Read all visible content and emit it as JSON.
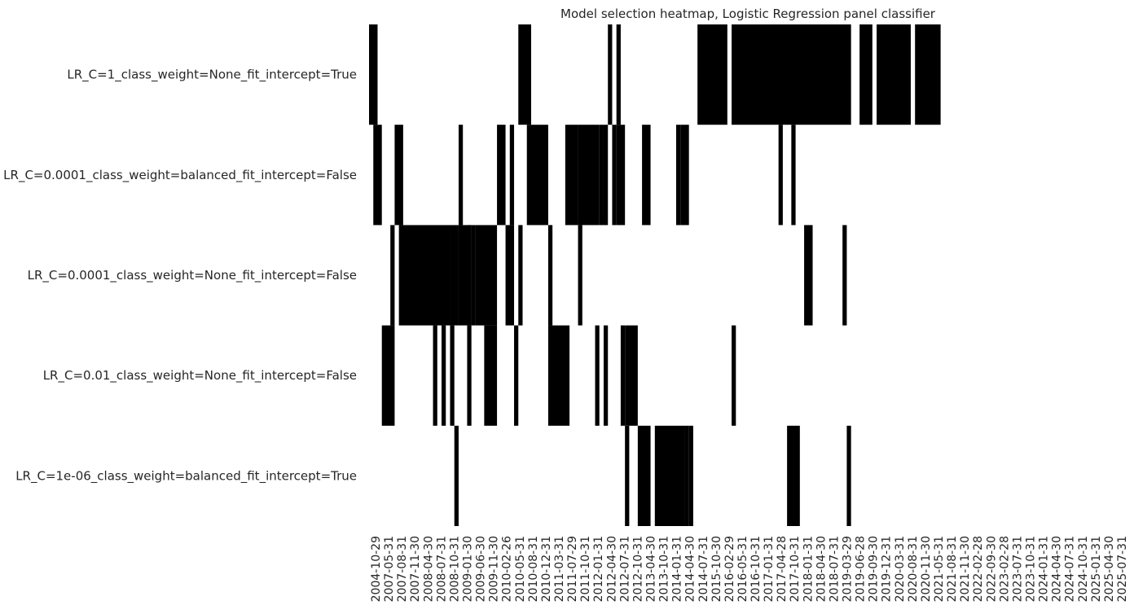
{
  "chart_data": {
    "type": "heatmap",
    "title": "Model selection heatmap, Logistic Regression panel classifier",
    "xlabel": "",
    "ylabel": "",
    "colors": {
      "selected": "#000000",
      "not_selected": "#ffffff"
    },
    "rows": [
      "LR_C=1_class_weight=None_fit_intercept=True",
      "LR_C=0.0001_class_weight=balanced_fit_intercept=False",
      "LR_C=0.0001_class_weight=None_fit_intercept=False",
      "LR_C=0.01_class_weight=None_fit_intercept=False",
      "LR_C=1e-06_class_weight=balanced_fit_intercept=True"
    ],
    "tick_labels": [
      "2004-10-29",
      "2007-05-31",
      "2007-08-31",
      "2007-11-30",
      "2008-04-30",
      "2008-07-31",
      "2008-10-31",
      "2009-01-30",
      "2009-06-30",
      "2009-11-30",
      "2010-02-26",
      "2010-05-31",
      "2010-08-31",
      "2010-12-31",
      "2011-03-31",
      "2011-07-29",
      "2011-10-31",
      "2012-01-31",
      "2012-04-30",
      "2012-07-31",
      "2012-10-31",
      "2013-04-30",
      "2013-10-31",
      "2014-01-31",
      "2014-04-30",
      "2014-07-31",
      "2015-10-30",
      "2016-02-29",
      "2016-05-31",
      "2016-10-31",
      "2017-01-31",
      "2017-04-28",
      "2017-10-31",
      "2018-01-31",
      "2018-04-30",
      "2018-07-31",
      "2019-03-29",
      "2019-06-28",
      "2019-09-30",
      "2019-12-31",
      "2020-03-31",
      "2020-08-31",
      "2020-11-30",
      "2021-05-31",
      "2021-08-31",
      "2021-11-30",
      "2022-02-28",
      "2022-09-30",
      "2023-02-28",
      "2023-07-31",
      "2023-10-31",
      "2024-01-31",
      "2024-04-30",
      "2024-07-31",
      "2024-10-31",
      "2025-01-31",
      "2025-04-30",
      "2025-07-31"
    ],
    "n_columns": 178,
    "selected_ranges": [
      [
        [
          0,
          1
        ],
        [
          35,
          37
        ],
        [
          56,
          56
        ],
        [
          58,
          58
        ],
        [
          77,
          83
        ],
        [
          85,
          112
        ],
        [
          115,
          117
        ],
        [
          119,
          126
        ],
        [
          128,
          133
        ]
      ],
      [
        [
          1,
          2
        ],
        [
          6,
          7
        ],
        [
          21,
          21
        ],
        [
          30,
          31
        ],
        [
          33,
          33
        ],
        [
          37,
          41
        ],
        [
          46,
          48
        ],
        [
          49,
          53
        ],
        [
          54,
          54
        ],
        [
          55,
          55
        ],
        [
          57,
          57
        ],
        [
          58,
          59
        ],
        [
          64,
          65
        ],
        [
          72,
          72
        ],
        [
          73,
          74
        ],
        [
          96,
          96
        ],
        [
          99,
          99
        ]
      ],
      [
        [
          5,
          5
        ],
        [
          7,
          18
        ],
        [
          19,
          20
        ],
        [
          21,
          23
        ],
        [
          23,
          23
        ],
        [
          24,
          24
        ],
        [
          25,
          29
        ],
        [
          32,
          33
        ],
        [
          35,
          35
        ],
        [
          42,
          42
        ],
        [
          49,
          49
        ],
        [
          102,
          103
        ],
        [
          111,
          111
        ]
      ],
      [
        [
          3,
          5
        ],
        [
          15,
          15
        ],
        [
          17,
          17
        ],
        [
          19,
          19
        ],
        [
          23,
          23
        ],
        [
          27,
          29
        ],
        [
          34,
          34
        ],
        [
          42,
          46
        ],
        [
          53,
          53
        ],
        [
          55,
          55
        ],
        [
          59,
          59
        ],
        [
          60,
          62
        ],
        [
          85,
          85
        ]
      ],
      [
        [
          20,
          20
        ],
        [
          60,
          60
        ],
        [
          63,
          65
        ],
        [
          67,
          73
        ],
        [
          74,
          74
        ],
        [
          75,
          75
        ],
        [
          98,
          100
        ],
        [
          112,
          112
        ]
      ]
    ]
  }
}
